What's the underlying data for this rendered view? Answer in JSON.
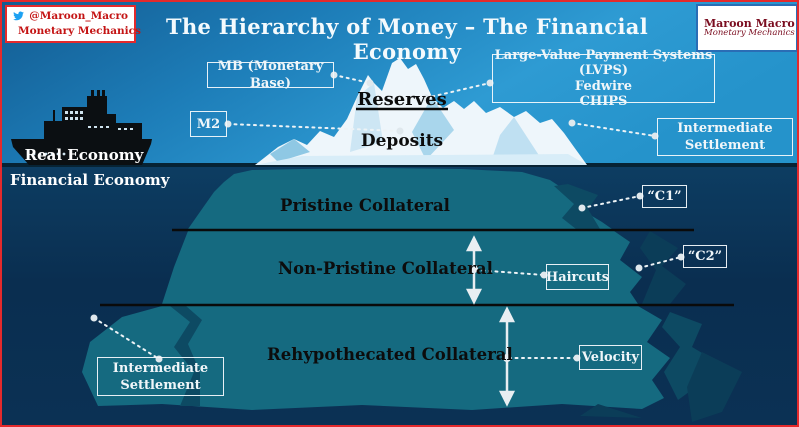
{
  "title": "The Hierarchy of Money – The Financial Economy",
  "badges": {
    "left": {
      "handle": "@Maroon_Macro",
      "brand": "Monetary Mechanics"
    },
    "right": {
      "name": "Maroon Macro",
      "subtitle": "Monetary Mechanics"
    }
  },
  "economy_labels": {
    "above_water": "Real Economy",
    "below_water": "Financial Economy"
  },
  "iceberg": {
    "above_water": {
      "tier1": "Reserves",
      "tier2": "Deposits"
    },
    "below_water": {
      "pristine": "Pristine Collateral",
      "non_pristine": "Non-Pristine Collateral",
      "rehypothecated": "Rehypothecated Collateral"
    }
  },
  "callouts": {
    "mb": "MB (Monetary Base)",
    "lvps_line1": "Large-Value Payment Systems (LVPS)",
    "lvps_line2": "Fedwire",
    "lvps_line3": "CHIPS",
    "m2": "M2",
    "intermediate_settlement_upper": "Intermediate Settlement",
    "c1": "“C1”",
    "c2": "“C2”",
    "haircuts": "Haircuts",
    "velocity": "Velocity",
    "intermediate_settlement_lower": "Intermediate Settlement"
  },
  "icons": {
    "left_badge_row1": "twitter-bird-icon",
    "left_badge_row2": "substack-icon",
    "right_badge": "maroon-crest-icon",
    "scene": [
      "ship-icon",
      "iceberg-icon",
      "double-headed-arrow"
    ]
  },
  "colors": {
    "border-red": "#e42a2c",
    "badge-red": "#c41414",
    "twitter-blue": "#1da1f2",
    "substack-orange": "#ff6719",
    "maroon": "#7a0c1f",
    "title-white": "#f4fafd",
    "ice-white": "#eef6fb",
    "teal": "#156a80",
    "teal-dark": "#0d4a63",
    "teal-deep": "#0b3d58",
    "line-black": "#0a0a0a",
    "label-white": "#f0f6f9"
  }
}
